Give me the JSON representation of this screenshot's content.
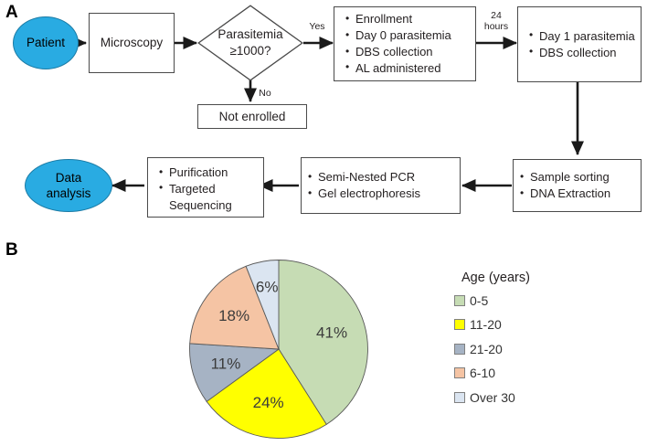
{
  "figure": {
    "panels": [
      {
        "id": "A",
        "letter": "A"
      },
      {
        "id": "B",
        "letter": "B"
      }
    ]
  },
  "flowchart": {
    "nodes": {
      "patient": {
        "label": "Patient",
        "shape": "ellipse",
        "fill": "#29abe2"
      },
      "microscopy": {
        "label": "Microscopy",
        "shape": "rect"
      },
      "decision": {
        "label": "Parasitemia\n≥1000?",
        "shape": "diamond"
      },
      "not_enrolled": {
        "label": "Not enrolled",
        "shape": "rect"
      },
      "day0": {
        "shape": "rect",
        "bullets": [
          "Enrollment",
          "Day 0 parasitemia",
          "DBS collection",
          "AL administered"
        ]
      },
      "day1": {
        "shape": "rect",
        "bullets": [
          "Day 1 parasitemia",
          "DBS collection"
        ]
      },
      "sample": {
        "shape": "rect",
        "bullets": [
          "Sample sorting",
          "DNA Extraction"
        ]
      },
      "pcr": {
        "shape": "rect",
        "bullets": [
          "Semi-Nested  PCR",
          "Gel electrophoresis"
        ]
      },
      "purification": {
        "shape": "rect",
        "bullets": [
          "Purification",
          "Targeted\nSequencing"
        ]
      },
      "data_analysis": {
        "label": "Data\nanalysis",
        "shape": "ellipse",
        "fill": "#29abe2"
      }
    },
    "edge_labels": {
      "yes": "Yes",
      "no": "No",
      "hours": "24\nhours"
    }
  },
  "chart_data": {
    "type": "pie",
    "title": "",
    "legend_title": "Age (years)",
    "legend_position": "right",
    "categories": [
      "0-5",
      "11-20",
      "21-20",
      "6-10",
      "Over 30"
    ],
    "values": [
      41,
      24,
      11,
      18,
      6
    ],
    "labels": [
      "41%",
      "24%",
      "11%",
      "18%",
      "6%"
    ],
    "colors": [
      "#c6dcb4",
      "#ffff00",
      "#a6b3c4",
      "#f5c4a4",
      "#dbe5f1"
    ],
    "unit": "%",
    "start_angle_deg": 0,
    "direction": "clockwise"
  }
}
